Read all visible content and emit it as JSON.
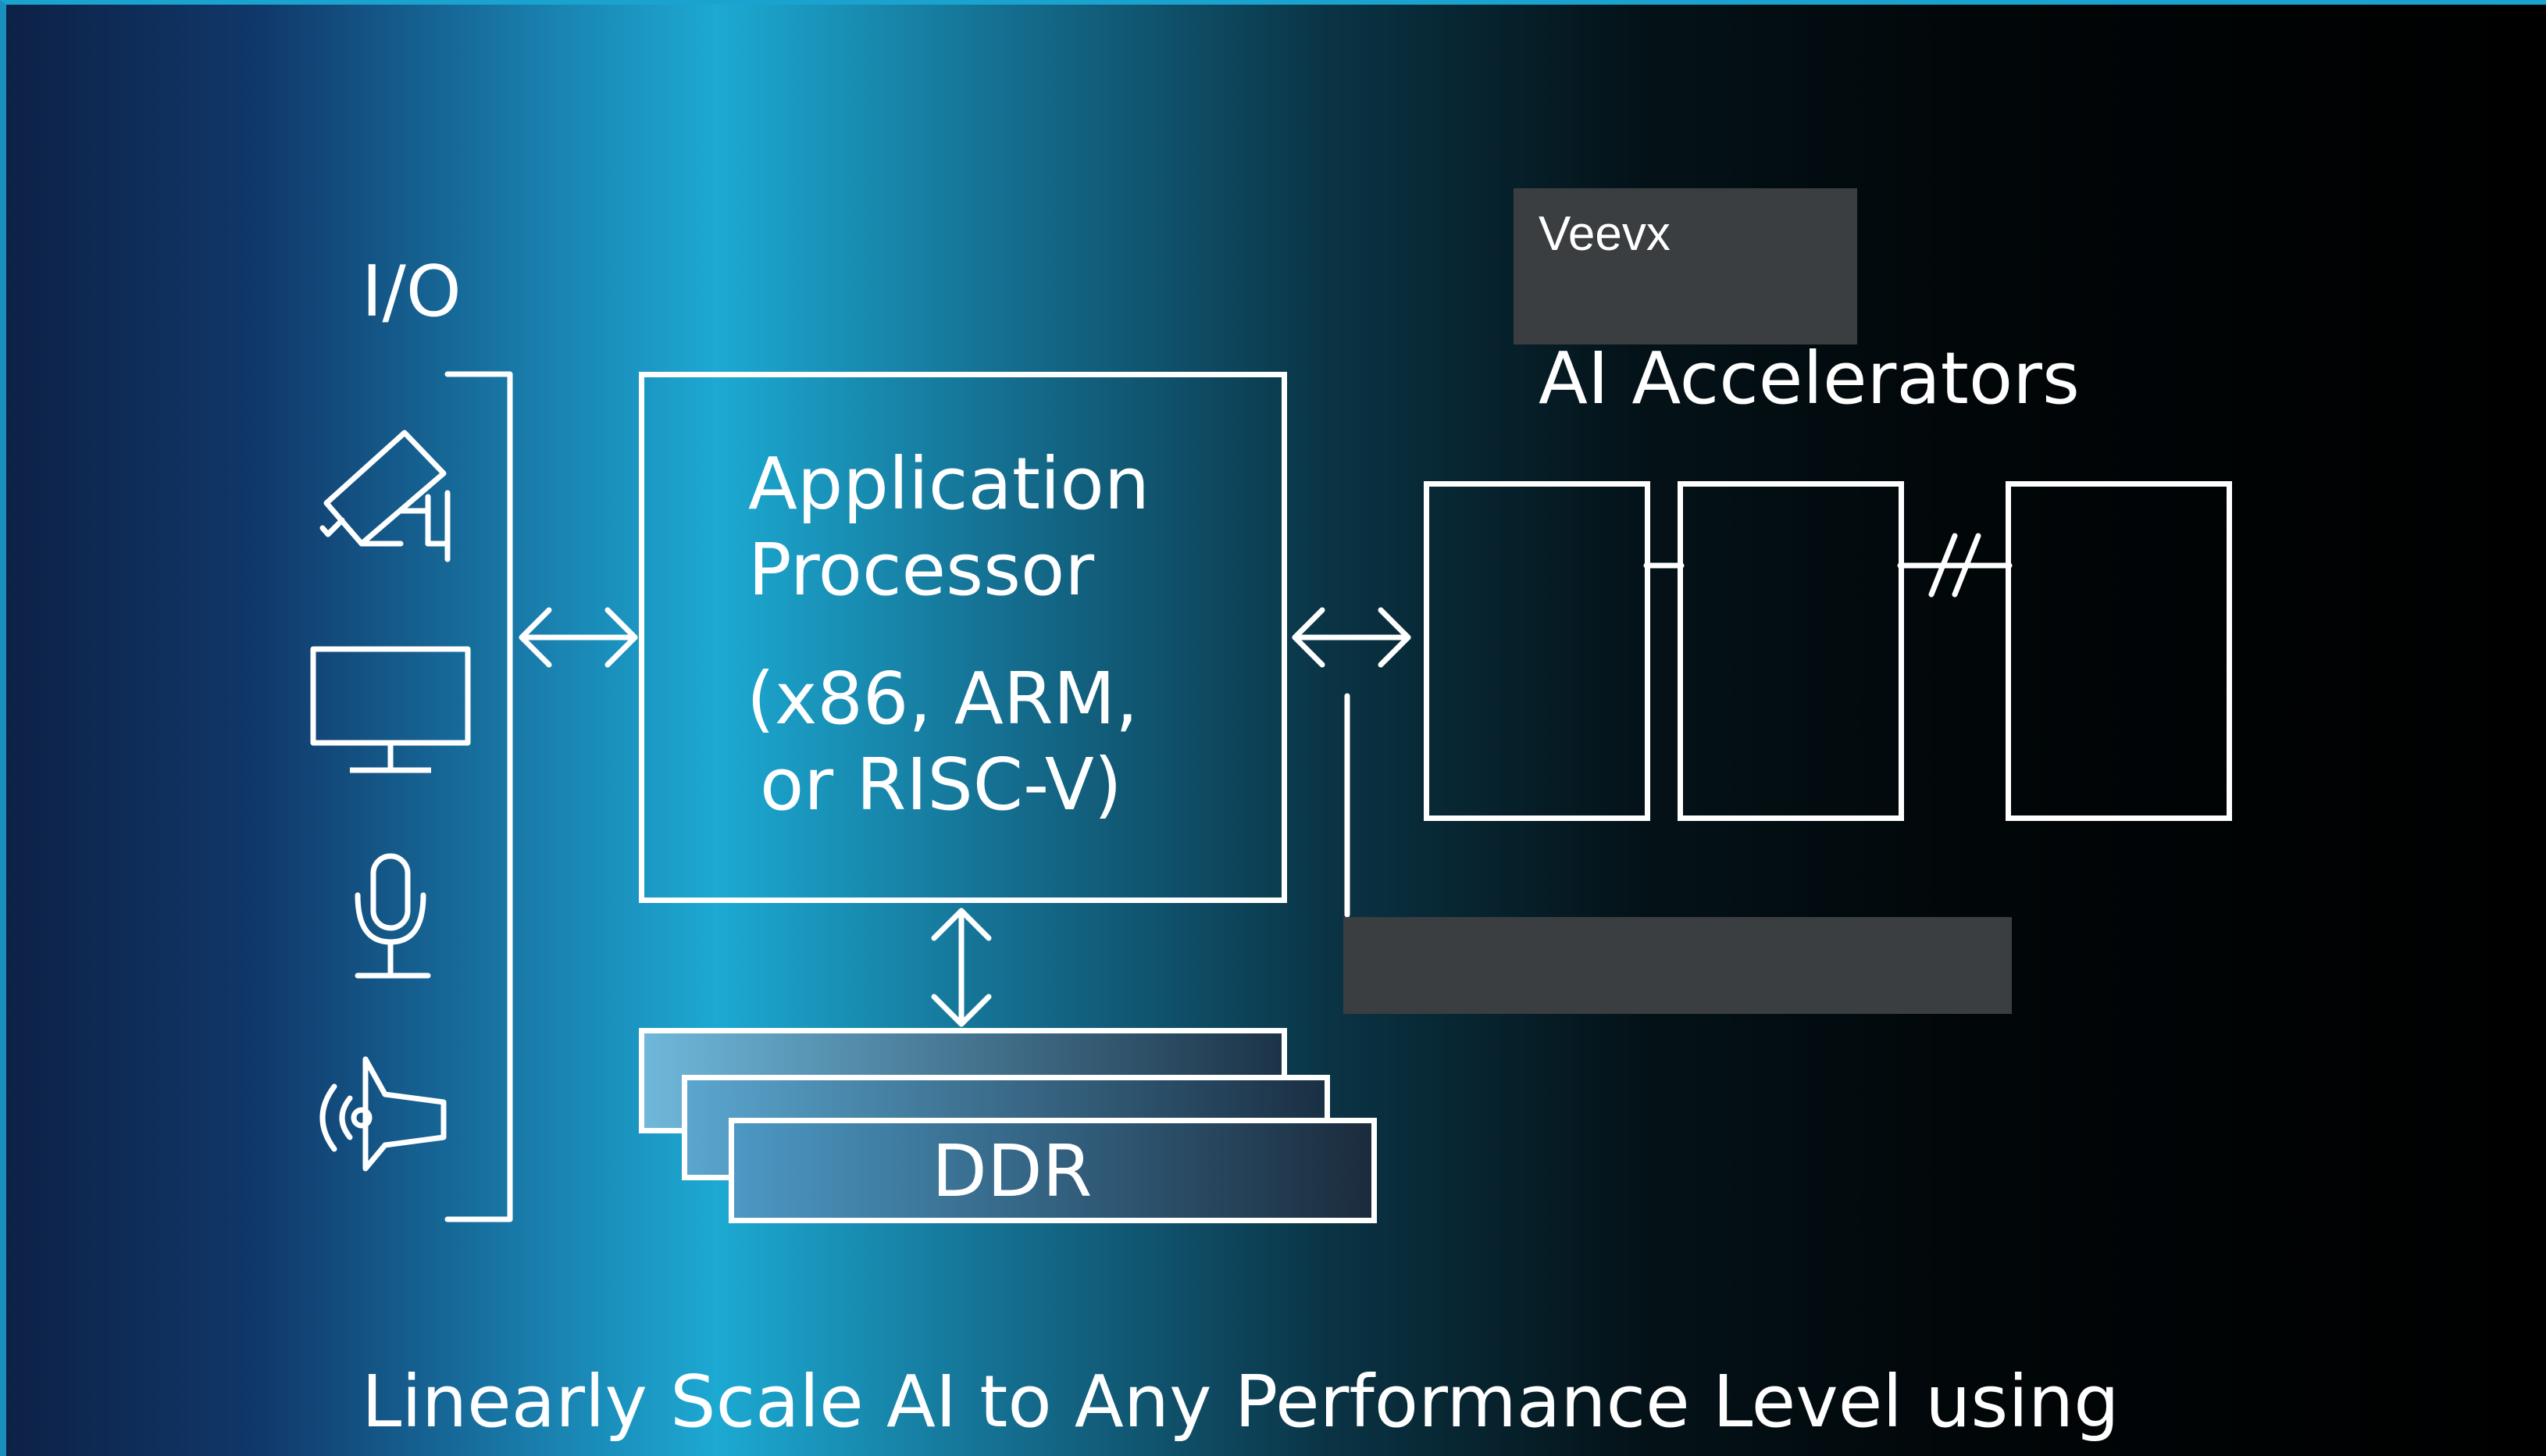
{
  "io": {
    "label": "I/O",
    "devices": [
      "camera-icon",
      "monitor-icon",
      "microphone-icon",
      "speaker-icon"
    ]
  },
  "processor": {
    "line1": "Application",
    "line2": "Processor",
    "line3": "(x86, ARM,",
    "line4": "or RISC-V)"
  },
  "memory": {
    "label": "DDR"
  },
  "accelerators": {
    "label": "AI Accelerators",
    "vendor": "Veevx"
  },
  "footer": {
    "text": "Linearly Scale AI to Any Performance Level using"
  },
  "colors": {
    "accent": "#1ca9d2",
    "line": "#ffffff",
    "redaction": "#3a3e40"
  }
}
